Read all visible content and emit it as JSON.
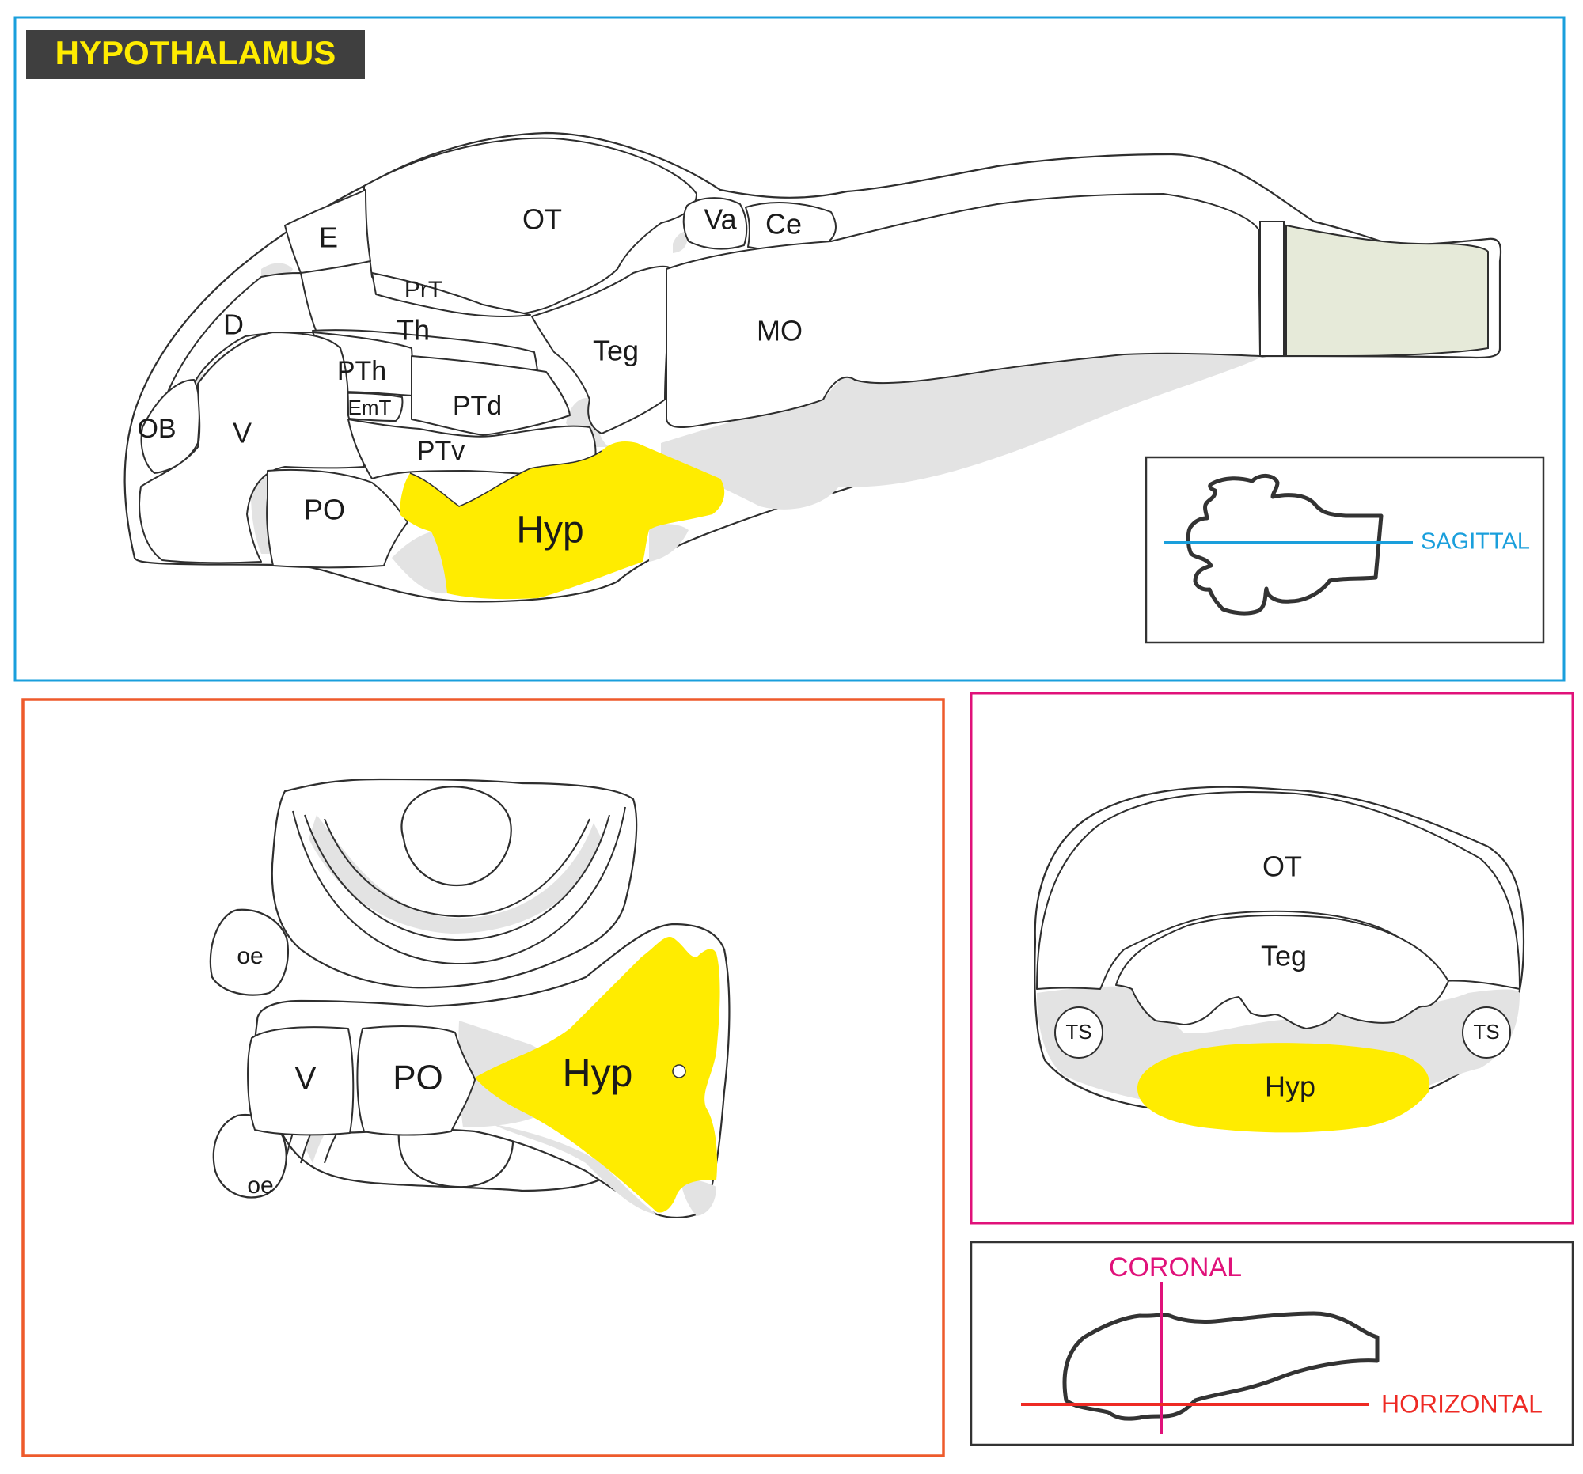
{
  "title": "HYPOTHALAMUS",
  "colors": {
    "highlight": "#ffec00",
    "title_bg": "#3f3f3f",
    "sagittal": "#1a9fdc",
    "horizontal_frame": "#ee5a2b",
    "coronal": "#e0117a",
    "horizontal_line": "#ee2a24",
    "ventricle_gray": "#e3e3e3",
    "spinal_green": "#e6ead9"
  },
  "sagittal": {
    "labels": {
      "OT": "OT",
      "Va": "Va",
      "Ce": "Ce",
      "E": "E",
      "PrT": "PrT",
      "Th": "Th",
      "D": "D",
      "Teg": "Teg",
      "MO": "MO",
      "PTh": "PTh",
      "EmT": "EmT",
      "PTd": "PTd",
      "OB": "OB",
      "V": "V",
      "PTv": "PTv",
      "PO": "PO",
      "Hyp": "Hyp"
    },
    "orientation_label": "SAGITTAL"
  },
  "horizontal": {
    "labels": {
      "oe_top": "oe",
      "oe_bottom": "oe",
      "V": "V",
      "PO": "PO",
      "Hyp": "Hyp"
    }
  },
  "coronal": {
    "labels": {
      "OT": "OT",
      "Teg": "Teg",
      "TS_left": "TS",
      "TS_right": "TS",
      "Hyp": "Hyp"
    }
  },
  "plane_key": {
    "coronal_label": "CORONAL",
    "horizontal_label": "HORIZONTAL"
  }
}
